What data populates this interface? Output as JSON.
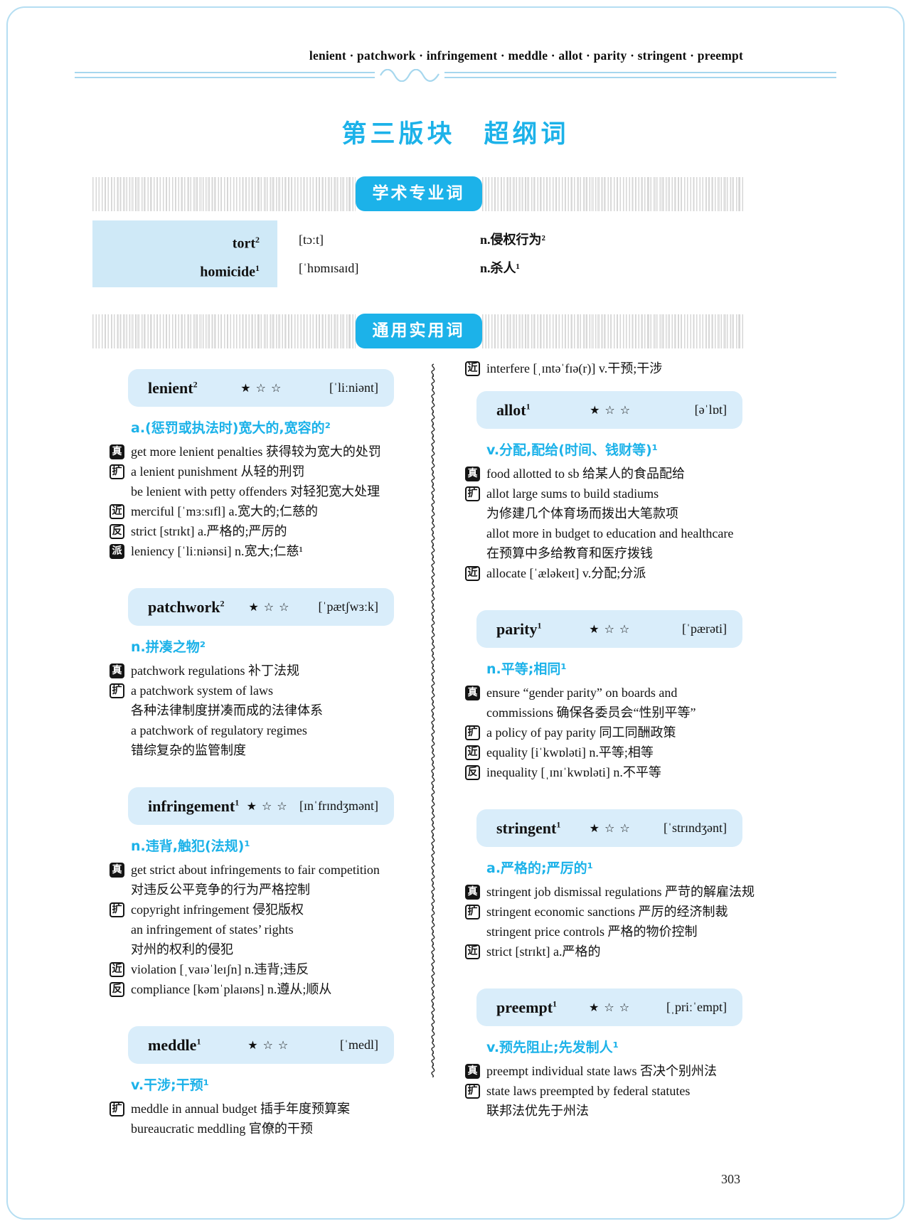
{
  "header": {
    "word_list": "lenient · patchwork · infringement · meddle · allot · parity · stringent · preempt"
  },
  "title": "第三版块　超纲词",
  "sections": {
    "academic_label": "学术专业词",
    "general_label": "通用实用词"
  },
  "academic_words": [
    {
      "word": "tort",
      "sup": "2",
      "ipa": "[tɔːt]",
      "def": "n.侵权行为²"
    },
    {
      "word": "homicide",
      "sup": "1",
      "ipa": "[ˈhɒmɪsaɪd]",
      "def": "n.杀人¹"
    }
  ],
  "left_column": {
    "entries": [
      {
        "word": "lenient",
        "sup": "2",
        "stars": "★☆☆",
        "ipa": "[ˈliːniənt]",
        "lines": [
          {
            "type": "def",
            "text": "a.(惩罚或执法时)宽大的,宽容的²"
          },
          {
            "type": "tag",
            "tag": "真",
            "text": "get more lenient penalties 获得较为宽大的处罚"
          },
          {
            "type": "tag",
            "tag": "扩",
            "text": "a lenient punishment 从轻的刑罚"
          },
          {
            "type": "cont",
            "text": "be lenient with petty offenders 对轻犯宽大处理"
          },
          {
            "type": "tag",
            "tag": "近",
            "text": "merciful [ˈmɜːsɪfl] a.宽大的;仁慈的"
          },
          {
            "type": "tag",
            "tag": "反",
            "text": "strict [strɪkt] a.严格的;严厉的"
          },
          {
            "type": "tag",
            "tag": "派",
            "text": "leniency [ˈliːniənsi] n.宽大;仁慈¹"
          }
        ]
      },
      {
        "word": "patchwork",
        "sup": "2",
        "stars": "★☆☆",
        "ipa": "[ˈpætʃwɜːk]",
        "lines": [
          {
            "type": "def",
            "text": "n.拼凑之物²"
          },
          {
            "type": "tag",
            "tag": "真",
            "text": "patchwork regulations 补丁法规"
          },
          {
            "type": "tag",
            "tag": "扩",
            "text": "a patchwork system of laws"
          },
          {
            "type": "cont",
            "text": "各种法律制度拼凑而成的法律体系"
          },
          {
            "type": "cont",
            "text": "a patchwork of regulatory regimes"
          },
          {
            "type": "cont",
            "text": "错综复杂的监管制度"
          }
        ]
      },
      {
        "word": "infringement",
        "sup": "1",
        "stars": "★☆☆",
        "ipa": "[ɪnˈfrɪndʒmənt]",
        "lines": [
          {
            "type": "def",
            "text": "n.违背,触犯(法规)¹"
          },
          {
            "type": "tag",
            "tag": "真",
            "text": "get strict about infringements to fair competition"
          },
          {
            "type": "cont",
            "text": "对违反公平竞争的行为严格控制"
          },
          {
            "type": "tag",
            "tag": "扩",
            "text": "copyright infringement 侵犯版权"
          },
          {
            "type": "cont",
            "text": "an infringement of states’ rights"
          },
          {
            "type": "cont",
            "text": "对州的权利的侵犯"
          },
          {
            "type": "tag",
            "tag": "近",
            "text": "violation [ˌvaɪəˈleɪʃn] n.违背;违反"
          },
          {
            "type": "tag",
            "tag": "反",
            "text": "compliance [kəmˈplaɪəns] n.遵从;顺从"
          }
        ]
      },
      {
        "word": "meddle",
        "sup": "1",
        "stars": "★☆☆",
        "ipa": "[ˈmedl]",
        "lines": [
          {
            "type": "def",
            "text": "v.干涉;干预¹"
          },
          {
            "type": "tag",
            "tag": "扩",
            "text": "meddle in annual budget 插手年度预算案"
          },
          {
            "type": "cont",
            "text": "bureaucratic meddling 官僚的干预"
          }
        ]
      }
    ]
  },
  "right_column": {
    "orphan_lines": [
      {
        "type": "tag",
        "tag": "近",
        "text": "interfere [ˌɪntəˈfɪə(r)] v.干预;干涉"
      }
    ],
    "entries": [
      {
        "word": "allot",
        "sup": "1",
        "stars": "★☆☆",
        "ipa": "[əˈlɒt]",
        "lines": [
          {
            "type": "def",
            "text": "v.分配,配给(时间、钱财等)¹"
          },
          {
            "type": "tag",
            "tag": "真",
            "text": "food allotted to sb 给某人的食品配给"
          },
          {
            "type": "tag",
            "tag": "扩",
            "text": "allot large sums to build stadiums"
          },
          {
            "type": "cont",
            "text": "为修建几个体育场而拨出大笔款项"
          },
          {
            "type": "cont",
            "text": "allot more in budget to education and healthcare"
          },
          {
            "type": "cont",
            "text": "在预算中多给教育和医疗拨钱"
          },
          {
            "type": "tag",
            "tag": "近",
            "text": "allocate [ˈæləkeɪt] v.分配;分派"
          }
        ]
      },
      {
        "word": "parity",
        "sup": "1",
        "stars": "★☆☆",
        "ipa": "[ˈpærəti]",
        "lines": [
          {
            "type": "def",
            "text": "n.平等;相同¹"
          },
          {
            "type": "tag",
            "tag": "真",
            "text": "ensure “gender parity” on boards and"
          },
          {
            "type": "cont",
            "text": "commissions 确保各委员会“性别平等”"
          },
          {
            "type": "tag",
            "tag": "扩",
            "text": "a policy of pay parity 同工同酬政策"
          },
          {
            "type": "tag",
            "tag": "近",
            "text": "equality [iˈkwɒləti] n.平等;相等"
          },
          {
            "type": "tag",
            "tag": "反",
            "text": "inequality [ˌɪnɪˈkwɒləti] n.不平等"
          }
        ]
      },
      {
        "word": "stringent",
        "sup": "1",
        "stars": "★☆☆",
        "ipa": "[ˈstrɪndʒənt]",
        "lines": [
          {
            "type": "def",
            "text": "a.严格的;严厉的¹"
          },
          {
            "type": "tag",
            "tag": "真",
            "text": "stringent job dismissal regulations 严苛的解雇法规"
          },
          {
            "type": "tag",
            "tag": "扩",
            "text": "stringent economic sanctions 严厉的经济制裁"
          },
          {
            "type": "cont",
            "text": "stringent price controls 严格的物价控制"
          },
          {
            "type": "tag",
            "tag": "近",
            "text": "strict [strɪkt] a.严格的"
          }
        ]
      },
      {
        "word": "preempt",
        "sup": "1",
        "stars": "★☆☆",
        "ipa": "[ˌpriːˈempt]",
        "lines": [
          {
            "type": "def",
            "text": "v.预先阻止;先发制人¹"
          },
          {
            "type": "tag",
            "tag": "真",
            "text": "preempt individual state laws 否决个别州法"
          },
          {
            "type": "tag",
            "tag": "扩",
            "text": "state laws preempted by federal statutes"
          },
          {
            "type": "cont",
            "text": "联邦法优先于州法"
          }
        ]
      }
    ]
  },
  "tag_legend": {
    "真": "exam-example",
    "扩": "expansion",
    "近": "synonym",
    "反": "antonym",
    "派": "derivative"
  },
  "colors": {
    "accent": "#1cb2e9",
    "entry_box": "#d9edfa",
    "academic_box": "#cfe9f7",
    "page_border": "#b5def2"
  },
  "page_number": "303"
}
